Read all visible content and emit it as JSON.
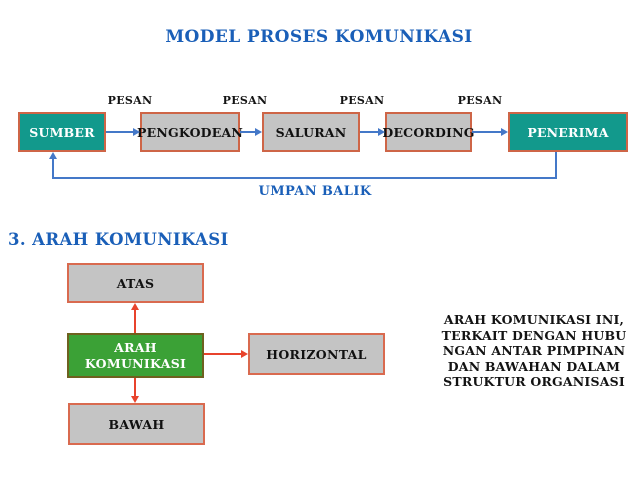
{
  "title": "MODEL PROSES KOMUNIKASI",
  "flow": {
    "pesan_labels": [
      "PESAN",
      "PESAN",
      "PESAN",
      "PESAN"
    ],
    "boxes": [
      {
        "label": "SUMBER",
        "variant": "teal"
      },
      {
        "label": "PENGKODEAN",
        "variant": "gray"
      },
      {
        "label": "SALURAN",
        "variant": "gray"
      },
      {
        "label": "DECORDING",
        "variant": "gray"
      },
      {
        "label": "PENERIMA",
        "variant": "teal"
      }
    ],
    "feedback_label": "UMPAN BALIK"
  },
  "section": {
    "heading": "3. ARAH KOMUNIKASI",
    "nodes": {
      "top": "ATAS",
      "center": "ARAH KOMUNIKASI",
      "right": "HORIZONTAL",
      "bottom": "BAWAH"
    },
    "note_lines": [
      "ARAH KOMUNIKASI INI,",
      "TERKAIT DENGAN HUBU",
      "NGAN ANTAR PIMPINAN",
      "DAN BAWAHAN DALAM",
      "STRUKTUR ORGANISASI"
    ]
  },
  "colors": {
    "heading_blue": "#1A5FB8",
    "arrow_blue": "#4478C8",
    "teal_fill": "#12998C",
    "gray_fill": "#C4C4C4",
    "box_border": "#D96A4F",
    "green_fill": "#3BA136",
    "green_border": "#6E611F",
    "arrow_red": "#E8432C",
    "text_dark": "#131313"
  }
}
